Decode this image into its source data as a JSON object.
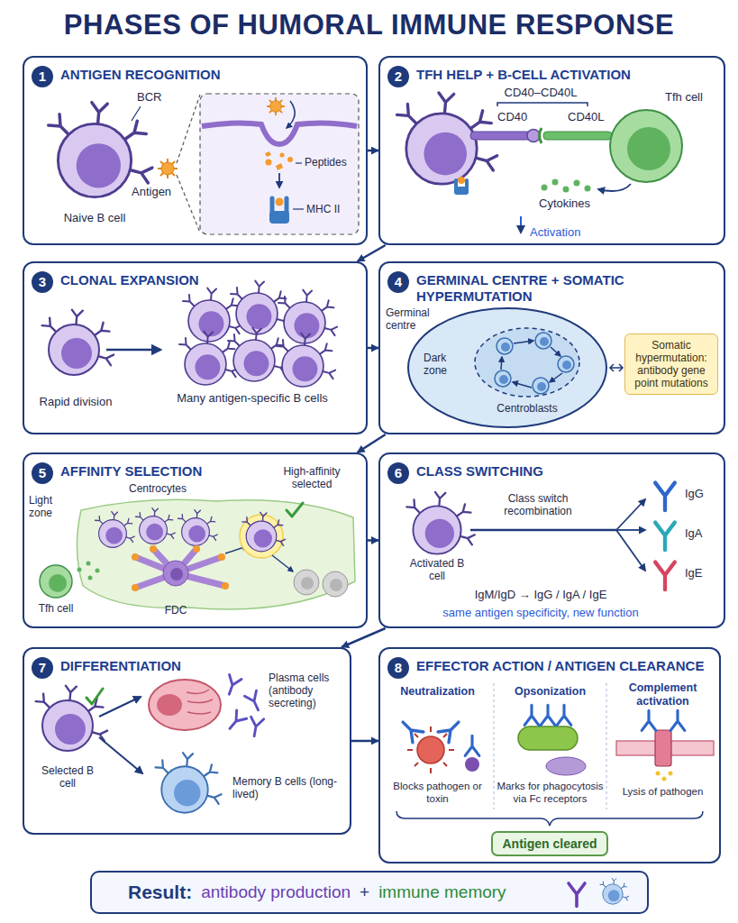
{
  "diagram": {
    "title": "PHASES OF HUMORAL IMMUNE RESPONSE",
    "nodes": [
      {
        "text": [
          "ANTIGEN RECOGNITION"
        ]
      },
      {
        "text": [
          "TFH HELP + B-CELL ACTIVATION"
        ]
      },
      {
        "text": [
          "CLONAL EXPANSION"
        ]
      },
      {
        "text": [
          "GERMINAL CENTRE + SOMATIC HYPERMUTATION"
        ]
      },
      {
        "text": [
          "Somatic hypermutation: antibody gene point mutations"
        ],
        "in": 3
      },
      {
        "text": [
          "AFFINITY SELECTION"
        ]
      },
      {
        "text": [
          "CLASS SWITCHING"
        ]
      },
      {
        "text": [
          "DIFFERENTIATION"
        ]
      },
      {
        "text": [
          "EFFECTOR ACTION / ANTIGEN CLEARANCE"
        ]
      },
      {
        "text": [
          "Antigen cleared"
        ],
        "in": 8
      },
      {
        "text": [
          "Result:",
          "antibody production",
          "+",
          "immune memory"
        ]
      }
    ],
    "edges": [
      {
        "from": 0,
        "to": 1,
        "arrow": "to"
      },
      {
        "from": 1,
        "to": 2,
        "arrow": "to"
      },
      {
        "from": 2,
        "to": 3,
        "arrow": "to"
      },
      {
        "from": 3,
        "to": 5,
        "arrow": "to"
      },
      {
        "from": 5,
        "to": 6,
        "arrow": "to"
      },
      {
        "from": 6,
        "to": 7,
        "arrow": "to"
      },
      {
        "from": 7,
        "to": 8,
        "arrow": "to"
      }
    ],
    "labels": [
      "1",
      "BCR",
      "Antigen",
      "Peptides",
      "MHC II",
      "Naive B cell",
      "2",
      "CD40–CD40L",
      "CD40",
      "CD40L",
      "Tfh cell",
      "Cytokines",
      "Activation",
      "3",
      "Rapid division",
      "Many antigen-specific B cells",
      "4",
      "Germinal centre",
      "Dark zone",
      "Centroblasts",
      "5",
      "Light zone",
      "Centrocytes",
      "High-affinity selected",
      "Tfh cell",
      "FDC",
      "6",
      "Class switch recombination",
      "Activated B cell",
      "IgG",
      "IgA",
      "IgE",
      "IgM/IgD → IgG / IgA / IgE",
      "same antigen specificity, new function",
      "7",
      "Selected B cell",
      "Plasma cells (antibody secreting)",
      "Memory B cells (long-lived)",
      "8",
      "Neutralization",
      "Opsonization",
      "Complement activation",
      "Blocks pathogen or toxin",
      "Marks for phagocytosis via Fc receptors",
      "Lysis of pathogen"
    ]
  }
}
